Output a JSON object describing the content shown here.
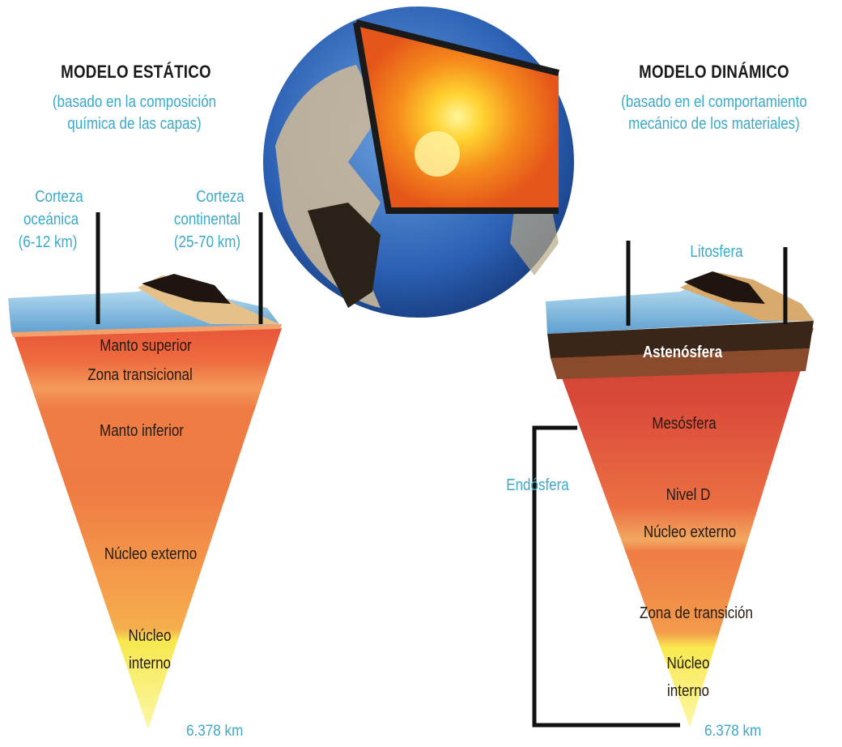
{
  "globe": {
    "caption": ""
  },
  "static_model": {
    "title": "MODELO ESTÁTICO",
    "subtitle_line1": "(basado en la composición",
    "subtitle_line2": "química de las capas)",
    "crust_oceanic": [
      "Corteza",
      "oceánica",
      "(6-12 km)"
    ],
    "crust_continental": [
      "Corteza",
      "continental",
      "(25-70 km)"
    ],
    "layers": [
      "Manto superior",
      "Zona transicional",
      "Manto inferior",
      "Núcleo externo"
    ],
    "inner_core": [
      "Núcleo",
      "interno"
    ],
    "depth": "6.378 km"
  },
  "dynamic_model": {
    "title": "MODELO DINÁMICO",
    "subtitle_line1": "(basado en el comportamiento",
    "subtitle_line2": "mecánico de los materiales)",
    "lithosphere": "Litosfera",
    "asthenosphere": "Astenósfera",
    "endosphere": "Endósfera",
    "layers": [
      "Mesósfera",
      "Nivel D",
      "Núcleo externo",
      "Zona de transición"
    ],
    "inner_core": [
      "Núcleo",
      "interno"
    ],
    "depth": "6.378 km"
  }
}
